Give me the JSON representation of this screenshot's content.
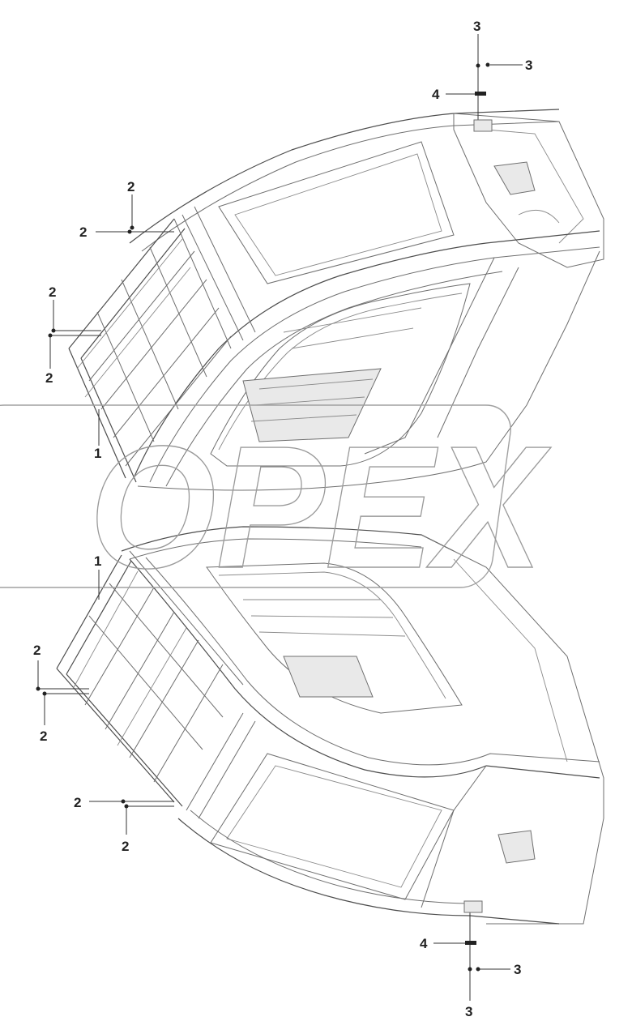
{
  "watermark": {
    "text": "OPEX"
  },
  "callouts": {
    "part_1": "1",
    "part_2": "2",
    "part_3": "3",
    "part_4": "4"
  }
}
